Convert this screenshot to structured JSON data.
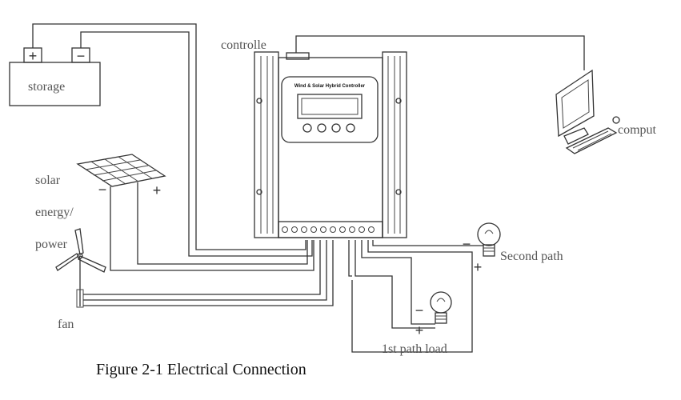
{
  "labels": {
    "storage": "storage",
    "controller": "controlle",
    "computer": "comput",
    "solar": "solar",
    "energy": "energy/",
    "power": "power",
    "fan": "fan",
    "second_path": "Second  path",
    "first_path": "1st path load",
    "controller_panel_title": "Wind & Solar Hybrid Controller",
    "caption": "Figure 2-1 Electrical Connection"
  },
  "signs": {
    "plus": "+",
    "minus": "−"
  },
  "colors": {
    "line": "#333333",
    "label": "#555555",
    "caption": "#111111"
  },
  "icons": {
    "battery": "battery-icon",
    "solar_panel": "solar-panel-icon",
    "wind_turbine": "wind-turbine-icon",
    "controller": "controller-icon",
    "computer": "computer-icon",
    "bulb": "light-bulb-icon"
  }
}
